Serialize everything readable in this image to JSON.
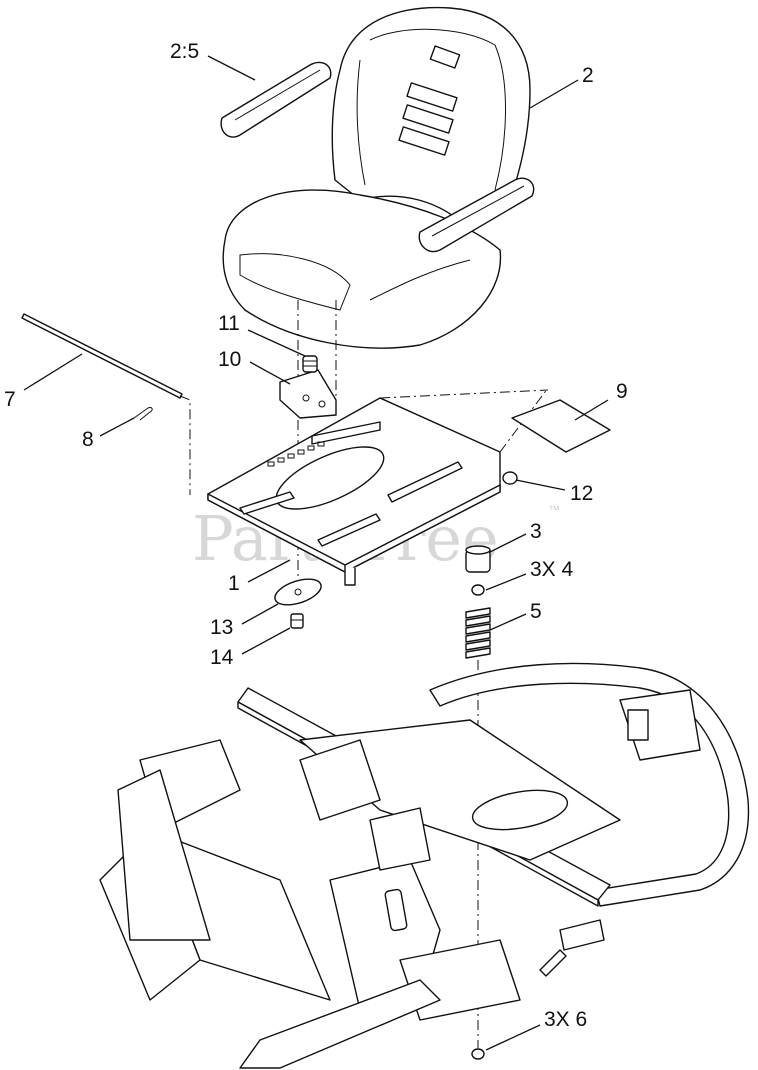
{
  "watermark": {
    "text": "PartsTree",
    "tm": "™"
  },
  "callouts": [
    {
      "id": "2-5",
      "label": "2:5"
    },
    {
      "id": "2",
      "label": "2"
    },
    {
      "id": "11",
      "label": "11"
    },
    {
      "id": "10",
      "label": "10"
    },
    {
      "id": "7",
      "label": "7"
    },
    {
      "id": "8",
      "label": "8"
    },
    {
      "id": "9",
      "label": "9"
    },
    {
      "id": "12",
      "label": "12"
    },
    {
      "id": "3",
      "label": "3"
    },
    {
      "id": "3x4",
      "label": "3X 4"
    },
    {
      "id": "1",
      "label": "1"
    },
    {
      "id": "5",
      "label": "5"
    },
    {
      "id": "13",
      "label": "13"
    },
    {
      "id": "14",
      "label": "14"
    },
    {
      "id": "3x6",
      "label": "3X 6"
    }
  ],
  "icons": {
    "seat": "seat-icon",
    "seat-plate": "seat-plate-icon",
    "frame": "frame-icon",
    "spring": "spring-icon"
  },
  "colors": {
    "line": "#111111",
    "watermark": "#d7d7d7",
    "background": "#ffffff"
  }
}
